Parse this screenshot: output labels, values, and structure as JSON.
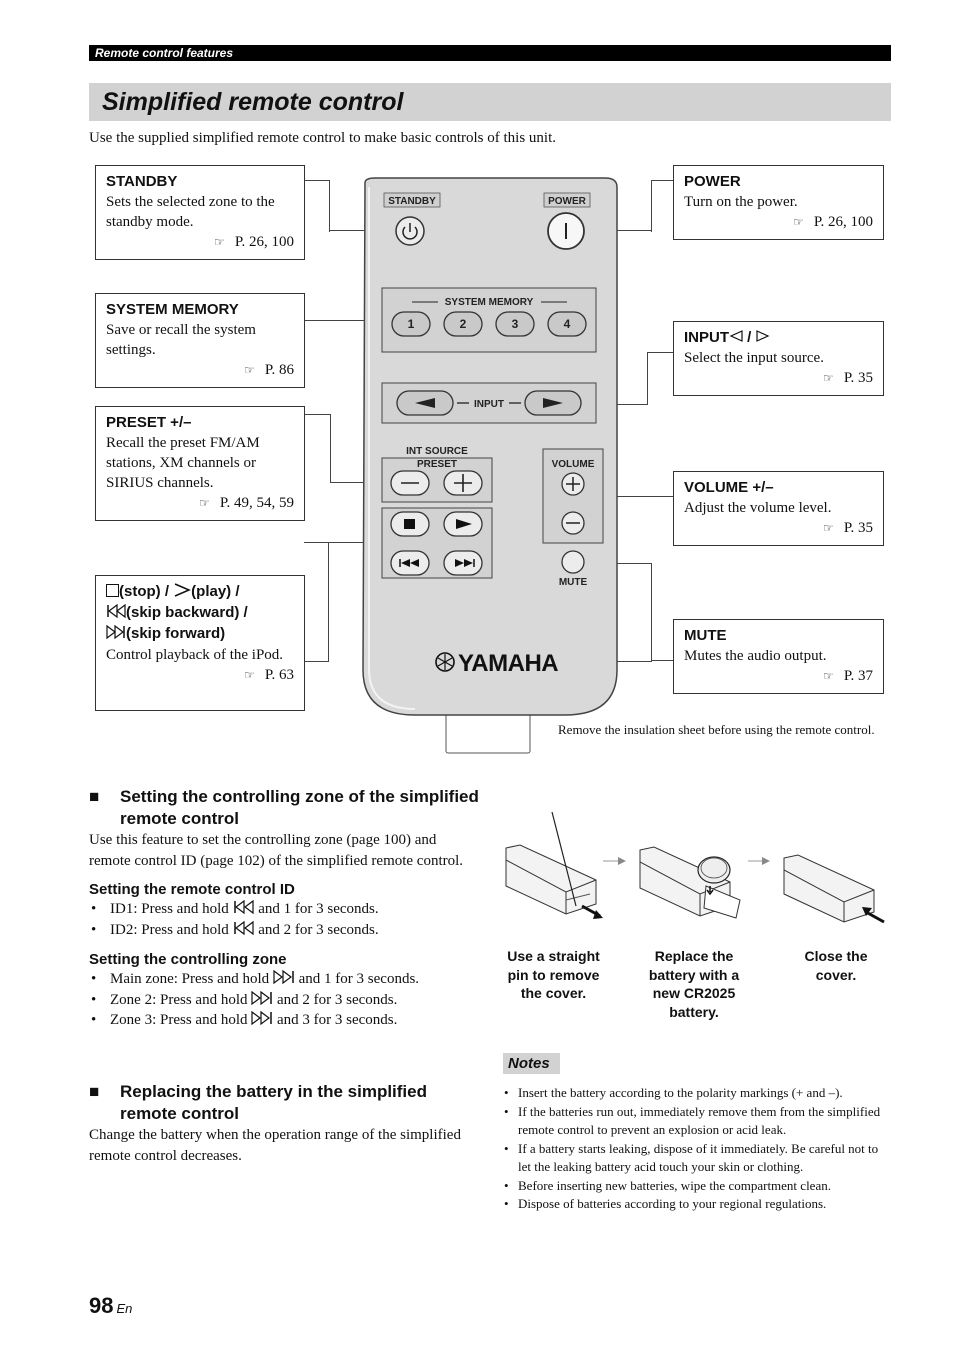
{
  "header": {
    "section": "Remote control features",
    "title": "Simplified remote control"
  },
  "intro": "Use the supplied simplified remote control to make basic controls of this unit.",
  "ref_icon": "☞",
  "callouts": {
    "standby": {
      "title": "STANDBY",
      "text": "Sets the selected zone to the standby mode.",
      "ref": "P. 26, 100"
    },
    "system_memory": {
      "title": "SYSTEM MEMORY",
      "text": "Save or recall the system settings.",
      "ref": "P. 86"
    },
    "preset": {
      "title": "PRESET +/–",
      "text": "Recall the preset FM/AM stations, XM channels or SIRIUS channels.",
      "ref": "P. 49, 54, 59"
    },
    "playback": {
      "title_stop": "(stop) / ",
      "title_play": "(play) /",
      "title_skipb": "(skip backward) /",
      "title_skipf": "(skip forward)",
      "text": "Control playback of the iPod.",
      "ref": "P. 63"
    },
    "power": {
      "title": "POWER",
      "text": "Turn on the power.",
      "ref": "P. 26, 100"
    },
    "input": {
      "title": "INPUT",
      "title_sep": " / ",
      "text": "Select the input source.",
      "ref": "P. 35"
    },
    "volume": {
      "title": "VOLUME +/–",
      "text": "Adjust the volume level.",
      "ref": "P. 35"
    },
    "mute": {
      "title": "MUTE",
      "text": "Mutes the audio output.",
      "ref": "P. 37"
    }
  },
  "remote": {
    "standby": "STANDBY",
    "power": "POWER",
    "system_memory": "SYSTEM MEMORY",
    "mem_buttons": [
      "1",
      "2",
      "3",
      "4"
    ],
    "input": "INPUT",
    "int_source": "INT SOURCE",
    "preset": "PRESET",
    "volume": "VOLUME",
    "mute": "MUTE",
    "brand": "YAMAHA"
  },
  "insulation_note": "Remove the insulation sheet before using the remote control.",
  "sec1": {
    "heading": "Setting the controlling zone of the simplified remote control",
    "body": "Use this feature to set the controlling zone (page 100) and remote control ID (page 102) of the simplified remote control.",
    "sub1": "Setting the remote control ID",
    "id_items": [
      {
        "pre": "ID1: Press and hold",
        "post": "and 1 for 3 seconds."
      },
      {
        "pre": "ID2: Press and hold",
        "post": "and 2 for 3 seconds."
      }
    ],
    "sub2": "Setting the controlling zone",
    "zone_items": [
      {
        "pre": "Main zone: Press and hold",
        "post": "and 1 for 3 seconds."
      },
      {
        "pre": "Zone 2: Press and hold",
        "post": "and 2 for 3 seconds."
      },
      {
        "pre": "Zone 3: Press and hold",
        "post": "and 3 for 3 seconds."
      }
    ]
  },
  "sec2": {
    "heading": "Replacing the battery in the simplified remote control",
    "body": "Change the battery when the operation range of the simplified remote control decreases."
  },
  "battery_steps": [
    "Use a straight pin to remove the cover.",
    "Replace the battery with a new CR2025 battery.",
    "Close the cover."
  ],
  "notes_label": "Notes",
  "notes": [
    "Insert the battery according to the polarity markings (+ and –).",
    "If the batteries run out, immediately remove them from the simplified remote control to prevent an explosion or acid leak.",
    "If a battery starts leaking, dispose of it immediately. Be careful not to let the leaking battery acid touch your skin or clothing.",
    "Before inserting new batteries, wipe the compartment clean.",
    "Dispose of batteries according to your regional regulations."
  ],
  "page": {
    "number": "98",
    "lang": "En"
  }
}
